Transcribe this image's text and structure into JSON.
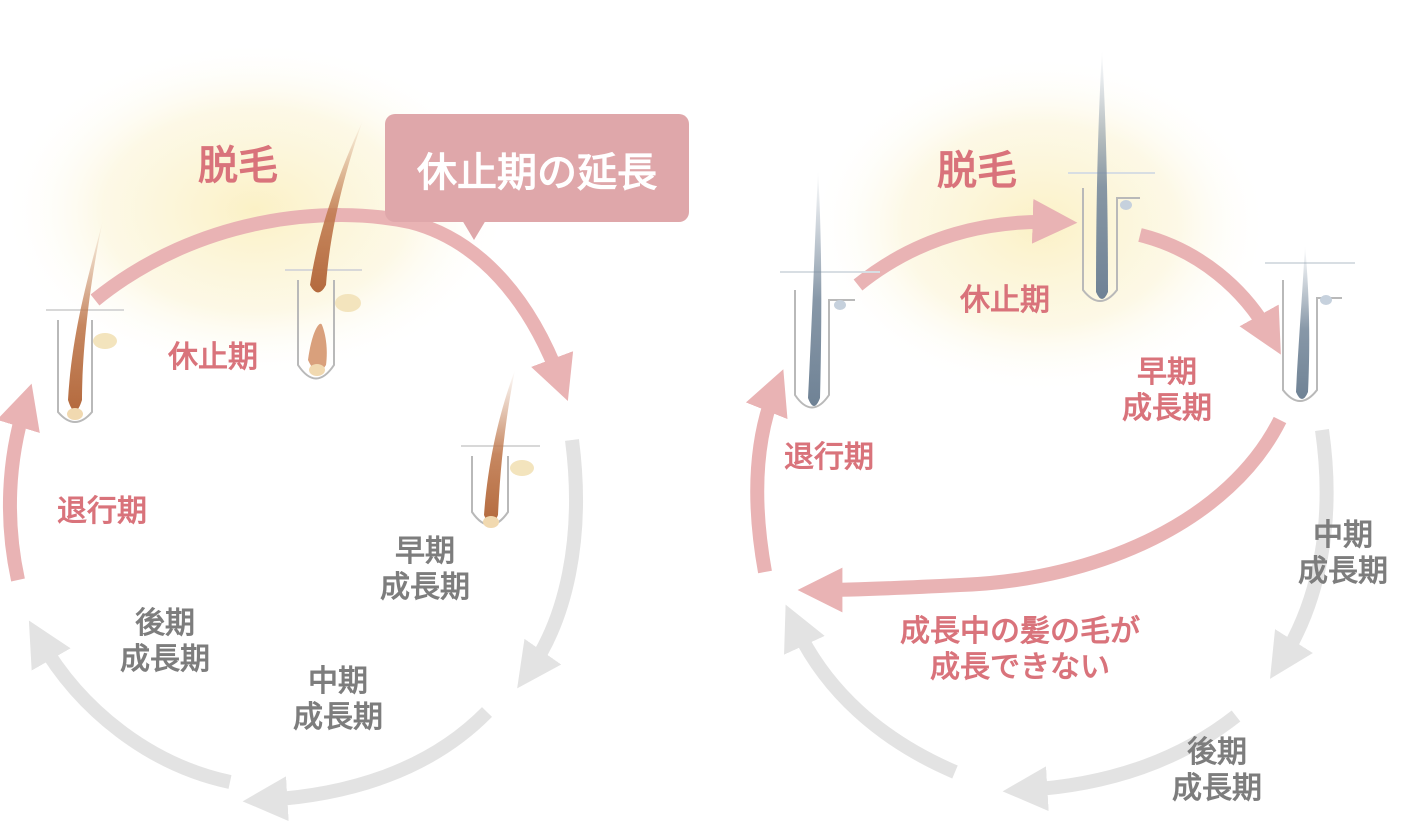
{
  "colors": {
    "accent_pink": "#d9737b",
    "arrow_pink": "#e9b3b4",
    "arrow_gray": "#e3e3e3",
    "label_gray": "#7d7d7d",
    "callout_bg": "#dfa7aa",
    "glow": "#fbf3cf",
    "hair_brown": "#c07a4f",
    "hair_blue_gray": "#8293a4"
  },
  "left_cycle": {
    "removal_label": "脱毛",
    "callout_label": "休止期の延長",
    "phases": {
      "telogen": "休止期",
      "catagen": "退行期",
      "early_anagen": [
        "早期",
        "成長期"
      ],
      "mid_anagen": [
        "中期",
        "成長期"
      ],
      "late_anagen": [
        "後期",
        "成長期"
      ]
    }
  },
  "right_cycle": {
    "removal_label": "脱毛",
    "phases": {
      "telogen": "休止期",
      "early_anagen": [
        "早期",
        "成長期"
      ],
      "catagen": "退行期",
      "mid_anagen": [
        "中期",
        "成長期"
      ],
      "late_anagen": [
        "後期",
        "成長期"
      ]
    },
    "note": [
      "成長中の髪の毛が",
      "成長できない"
    ]
  }
}
